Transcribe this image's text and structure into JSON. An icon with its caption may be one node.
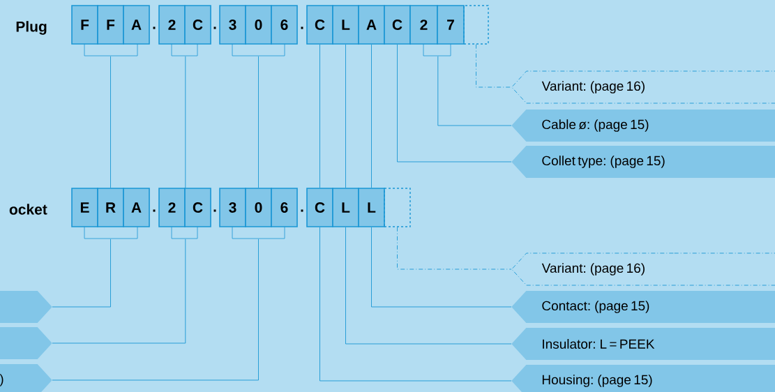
{
  "diagram": {
    "nodes": [
      {
        "text": [
          "F"
        ]
      },
      {
        "text": [
          "F"
        ]
      },
      {
        "text": [
          "A"
        ]
      },
      {
        "text": [
          "2"
        ]
      },
      {
        "text": [
          "C"
        ]
      },
      {
        "text": [
          "3"
        ]
      },
      {
        "text": [
          "0"
        ]
      },
      {
        "text": [
          "6"
        ]
      },
      {
        "text": [
          "C"
        ]
      },
      {
        "text": [
          "L"
        ]
      },
      {
        "text": [
          "A"
        ]
      },
      {
        "text": [
          "C"
        ]
      },
      {
        "text": [
          "2"
        ]
      },
      {
        "text": [
          "7"
        ]
      },
      {
        "text": [],
        "shape": "box"
      },
      {
        "text": [
          "E"
        ]
      },
      {
        "text": [
          "R"
        ]
      },
      {
        "text": [
          "A"
        ]
      },
      {
        "text": [
          "2"
        ]
      },
      {
        "text": [
          "C"
        ]
      },
      {
        "text": [
          "3"
        ]
      },
      {
        "text": [
          "0"
        ]
      },
      {
        "text": [
          "6"
        ]
      },
      {
        "text": [
          "C"
        ]
      },
      {
        "text": [
          "L"
        ]
      },
      {
        "text": [
          "L"
        ]
      },
      {
        "text": [],
        "shape": "box"
      },
      {
        "text": [
          "Variant: (page 16)"
        ]
      },
      {
        "text": [
          "Cable ø: (page 15)"
        ]
      },
      {
        "text": [
          "Collet type: (page 15)"
        ]
      },
      {
        "text": [
          "Variant: (page 16)"
        ]
      },
      {
        "text": [
          "Contact: (page 15)"
        ]
      },
      {
        "text": [
          "Insulator: L = PEEK"
        ]
      },
      {
        "text": [
          "Housing: (page 15)"
        ]
      },
      {
        "text": [],
        "shape": "box"
      },
      {
        "text": [],
        "shape": "box"
      },
      {
        "text": [
          ")"
        ]
      }
    ],
    "edges": [
      {
        "from": 1,
        "to": 16,
        "arrow": "none"
      },
      {
        "from": 3,
        "to": 18,
        "arrow": "none"
      },
      {
        "from": 6,
        "to": 21,
        "arrow": "none"
      },
      {
        "from": 8,
        "to": 23,
        "arrow": "none"
      },
      {
        "from": 9,
        "to": 24,
        "arrow": "none"
      },
      {
        "from": 10,
        "to": 25,
        "arrow": "none"
      },
      {
        "from": 14,
        "to": 27,
        "arrow": "none",
        "style": "dashed"
      },
      {
        "from": 12,
        "to": 28,
        "arrow": "none"
      },
      {
        "from": 11,
        "to": 29,
        "arrow": "none"
      },
      {
        "from": 26,
        "to": 30,
        "arrow": "none",
        "style": "dashed"
      },
      {
        "from": 25,
        "to": 31,
        "arrow": "none"
      },
      {
        "from": 24,
        "to": 32,
        "arrow": "none"
      },
      {
        "from": 23,
        "to": 33,
        "arrow": "none"
      },
      {
        "from": 16,
        "to": 34,
        "arrow": "none"
      },
      {
        "from": 18,
        "to": 35,
        "arrow": "none"
      },
      {
        "from": 21,
        "to": 36,
        "arrow": "none"
      }
    ],
    "labels": [
      "Plug",
      ".",
      ".",
      ".",
      "ocket",
      ".",
      ".",
      "."
    ]
  }
}
